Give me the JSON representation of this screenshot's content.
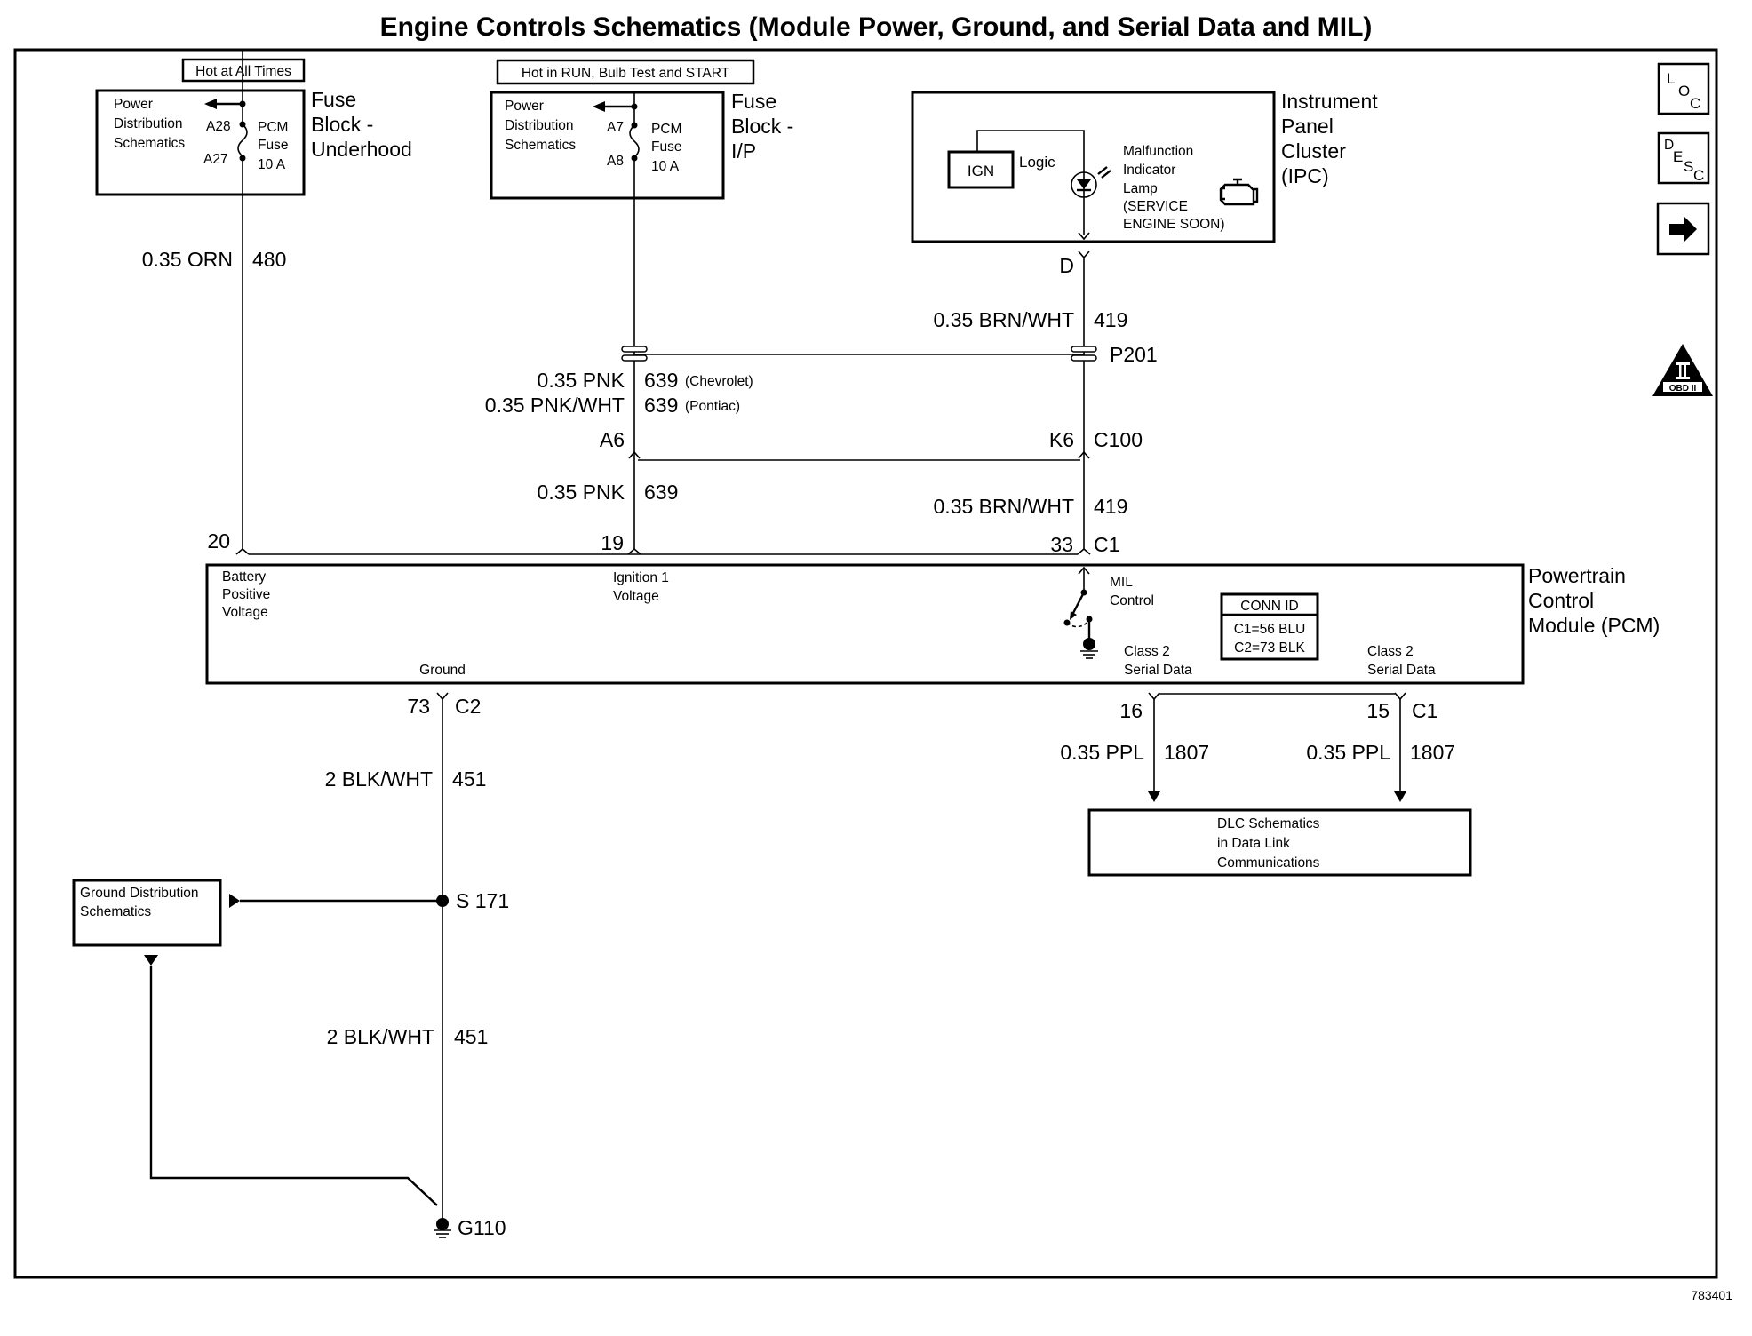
{
  "title": "Engine Controls Schematics (Module Power, Ground, and Serial Data and MIL)",
  "figure_id": "783401",
  "side_buttons": {
    "loc": {
      "label_1": "L",
      "label_2": "O",
      "label_3": "C"
    },
    "desc": {
      "label_1": "D",
      "label_2": "E",
      "label_3": "S",
      "label_4": "C"
    },
    "next_icon": "right-arrow-icon",
    "obd": {
      "numeral": "II",
      "label": "OBD II"
    }
  },
  "fuse_underhood": {
    "banner": "Hot at All Times",
    "ref_line_1": "Power",
    "ref_line_2": "Distribution",
    "ref_line_3": "Schematics",
    "pin_top": "A28",
    "pin_bottom": "A27",
    "fuse_line_1": "PCM",
    "fuse_line_2": "Fuse",
    "fuse_line_3": "10 A",
    "name_line_1": "Fuse",
    "name_line_2": "Block -",
    "name_line_3": "Underhood"
  },
  "fuse_ip": {
    "banner": "Hot in RUN, Bulb Test and START",
    "ref_line_1": "Power",
    "ref_line_2": "Distribution",
    "ref_line_3": "Schematics",
    "pin_top": "A7",
    "pin_bottom": "A8",
    "fuse_line_1": "PCM",
    "fuse_line_2": "Fuse",
    "fuse_line_3": "10 A",
    "name_line_1": "Fuse",
    "name_line_2": "Block -",
    "name_line_3": "I/P"
  },
  "ipc": {
    "name_line_1": "Instrument",
    "name_line_2": "Panel",
    "name_line_3": "Cluster",
    "name_line_4": "(IPC)",
    "ign_label": "IGN",
    "logic_label": "Logic",
    "lamp_line_1": "Malfunction",
    "lamp_line_2": "Indicator",
    "lamp_line_3": "Lamp",
    "lamp_line_4": "(SERVICE",
    "lamp_line_5": "ENGINE SOON)",
    "connector_pin": "D"
  },
  "wires": {
    "w480": {
      "spec": "0.35 ORN",
      "circuit": "480"
    },
    "w419_upper": {
      "spec": "0.35 BRN/WHT",
      "circuit": "419"
    },
    "w639_chev": {
      "spec": "0.35 PNK",
      "circuit": "639",
      "variant": "(Chevrolet)"
    },
    "w639_pont": {
      "spec": "0.35 PNK/WHT",
      "circuit": "639",
      "variant": "(Pontiac)"
    },
    "w639_lower": {
      "spec": "0.35 PNK",
      "circuit": "639"
    },
    "w419_lower": {
      "spec": "0.35 BRN/WHT",
      "circuit": "419"
    },
    "w451_upper": {
      "spec": "2 BLK/WHT",
      "circuit": "451"
    },
    "w451_lower": {
      "spec": "2 BLK/WHT",
      "circuit": "451"
    },
    "w1807_left": {
      "spec": "0.35 PPL",
      "circuit": "1807"
    },
    "w1807_right": {
      "spec": "0.35 PPL",
      "circuit": "1807"
    }
  },
  "connectors": {
    "p201": "P201",
    "c100": "C100",
    "c100_pin_left": "A6",
    "c100_pin_right": "K6",
    "pcm_pin_20": "20",
    "pcm_pin_19": "19",
    "pcm_pin_33": "33",
    "pcm_c1": "C1",
    "pcm_pin_73": "73",
    "pcm_c2": "C2",
    "pcm_pin_16": "16",
    "pcm_pin_15": "15",
    "pcm_c1_lower": "C1",
    "splice": "S 171",
    "ground": "G110"
  },
  "pcm": {
    "name_line_1": "Powertrain",
    "name_line_2": "Control",
    "name_line_3": "Module (PCM)",
    "batt_line_1": "Battery",
    "batt_line_2": "Positive",
    "batt_line_3": "Voltage",
    "ign_line_1": "Ignition 1",
    "ign_line_2": "Voltage",
    "mil_line_1": "MIL",
    "mil_line_2": "Control",
    "ground_label": "Ground",
    "serial_left_1": "Class 2",
    "serial_left_2": "Serial Data",
    "serial_right_1": "Class 2",
    "serial_right_2": "Serial Data",
    "conn_id": {
      "header": "CONN ID",
      "row_1": "C1=56 BLU",
      "row_2": "C2=73 BLK"
    }
  },
  "dlc_box": {
    "line_1": "DLC Schematics",
    "line_2": "in Data Link",
    "line_3": "Communications"
  },
  "ground_dist": {
    "line_1": "Ground Distribution",
    "line_2": "Schematics"
  }
}
